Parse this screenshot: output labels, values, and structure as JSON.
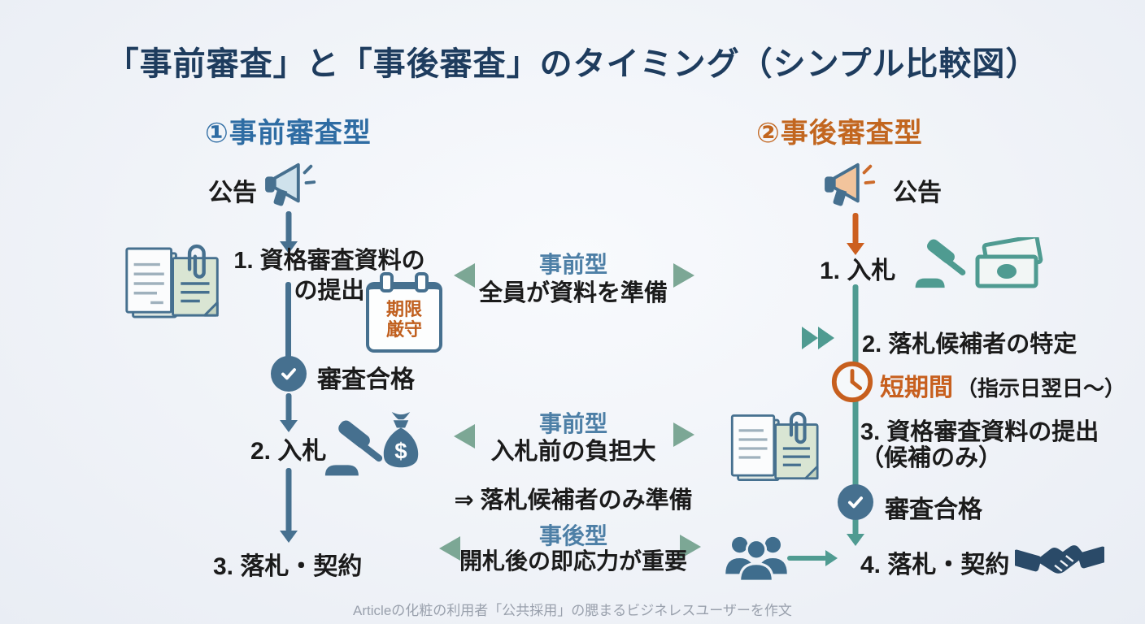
{
  "title": "「事前審査」と「事後審査」のタイミング（シンプル比較図）",
  "columns": {
    "left": {
      "heading": "①事前審査型",
      "announce": "公告",
      "step1_line1": "1. 資格審査資料の",
      "step1_line2": "の提出",
      "calendar": {
        "line1": "期限",
        "line2": "厳守"
      },
      "pass": "審査合格",
      "step2": "2. 入札",
      "step3": "3. 落札・契約"
    },
    "right": {
      "heading": "②事後審査型",
      "announce": "公告",
      "step1": "1. 入札",
      "step2": "2. 落札候補者の特定",
      "duration_highlight": "短期間",
      "duration_note": "（指示日翌日～）",
      "step3_line1": "3. 資格審査資料の提出",
      "step3_line2": "（候補のみ）",
      "pass": "審査合格",
      "step4": "4. 落札・契約"
    }
  },
  "middle": {
    "row1": {
      "tag": "事前型",
      "text": "全員が資料を準備"
    },
    "row2": {
      "tag": "事前型",
      "text": "入札前の負担大",
      "note": "⇒ 落札候補者のみ準備"
    },
    "row3": {
      "tag": "事後型",
      "text": "開札後の即応力が重要"
    }
  },
  "footer": "Articleの化粧の利用者「公共採用」の腮まるビジネレスユーザーを作文",
  "icons": {
    "left": [
      "megaphone-icon",
      "documents-paperclip-icon",
      "deadline-calendar-icon",
      "check-circle-icon",
      "gavel-icon",
      "money-bag-icon"
    ],
    "right": [
      "megaphone-icon",
      "gavel-icon",
      "banknote-icon",
      "fast-forward-icon",
      "clock-icon",
      "documents-paperclip-icon",
      "check-circle-icon",
      "people-group-icon",
      "handshake-icon"
    ]
  },
  "colors": {
    "background": "#eff2f8",
    "title_navy": "#1e3c5e",
    "left_heading_blue": "#2e6ca3",
    "right_heading_orange": "#c2661f",
    "steel_blue": "#46708f",
    "teal": "#4f9b91",
    "sage_arrow": "#7ca795",
    "tag_blue": "#4d7fa6",
    "accent_orange": "#c75f1e",
    "footer_gray": "#99a0ac"
  }
}
